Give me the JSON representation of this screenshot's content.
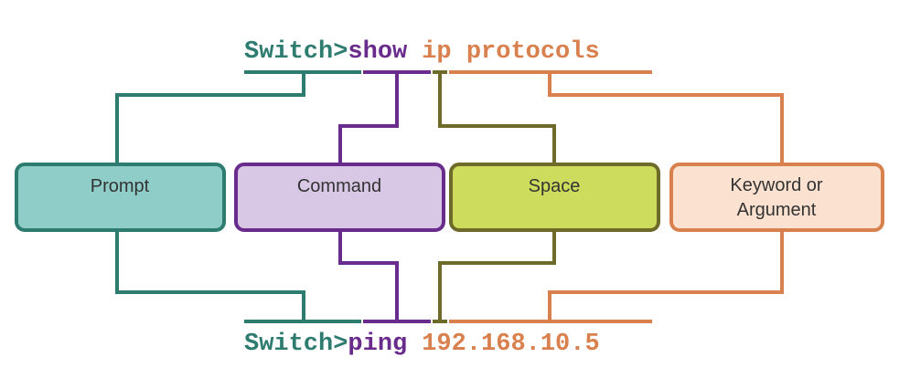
{
  "colors": {
    "prompt_stroke": "#2e7b6f",
    "prompt_fill": "#8fcdc8",
    "command_stroke": "#6a2c8c",
    "command_fill": "#d8c8e6",
    "space_stroke": "#6e6a2a",
    "space_fill": "#cddc5c",
    "keyword_stroke": "#d9804f",
    "keyword_fill": "#fbe1cf",
    "label_text": "#333333"
  },
  "top_command": {
    "prompt": "Switch>",
    "command": "show",
    "argument": "ip protocols"
  },
  "bottom_command": {
    "prompt": "Switch>",
    "command": "ping",
    "argument": "192.168.10.5"
  },
  "boxes": {
    "prompt": "Prompt",
    "command": "Command",
    "space": "Space",
    "keyword_line1": "Keyword or",
    "keyword_line2": "Argument"
  }
}
